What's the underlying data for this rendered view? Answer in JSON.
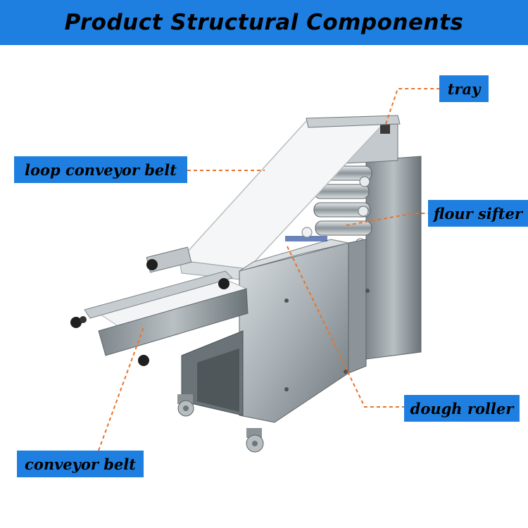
{
  "header": {
    "title": "Product Structural Components"
  },
  "labels": {
    "tray": "tray",
    "loop_conveyor_belt": "loop conveyor belt",
    "flour_sifter": "flour sifter",
    "dough_roller": "dough roller",
    "conveyor_belt": "conveyor belt"
  },
  "colors": {
    "banner": "#1e7fe0",
    "label_bg": "#1e7fe0",
    "leader_line": "#e8742a",
    "steel": "#9aa3a8"
  }
}
